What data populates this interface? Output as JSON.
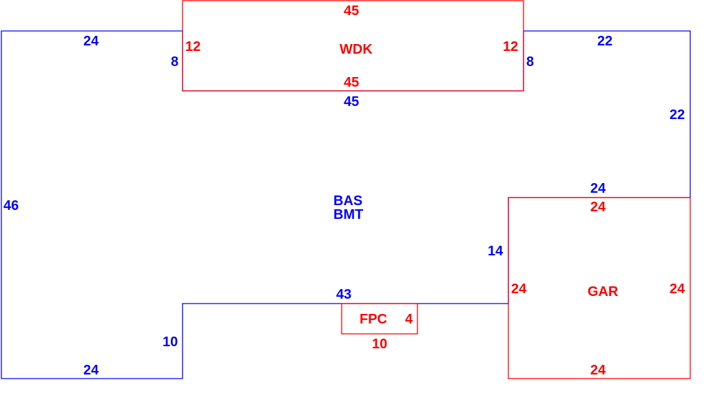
{
  "colors": {
    "main_area": "#0000ff",
    "additions": "#ff0000"
  },
  "areas": {
    "main": {
      "code": "BAS",
      "code2": "BMT",
      "dims": {
        "top_left": "24",
        "left_notch_left": "8",
        "wdk_bottom": "45",
        "right_top": "22",
        "right_notch": "8",
        "right_side": "22",
        "gar_top": "24",
        "left": "46",
        "gar_left": "14",
        "bottom_mid": "43",
        "notch": "10",
        "bottom_left": "24"
      }
    },
    "wdk": {
      "code": "WDK",
      "dims": {
        "top": "45",
        "left": "12",
        "right": "12",
        "bottom": "45"
      }
    },
    "gar": {
      "code": "GAR",
      "dims": {
        "top": "24",
        "left": "24",
        "right": "24",
        "bottom": "24"
      }
    },
    "fpc": {
      "code": "FPC",
      "dims": {
        "width": "10",
        "depth": "4"
      }
    }
  }
}
